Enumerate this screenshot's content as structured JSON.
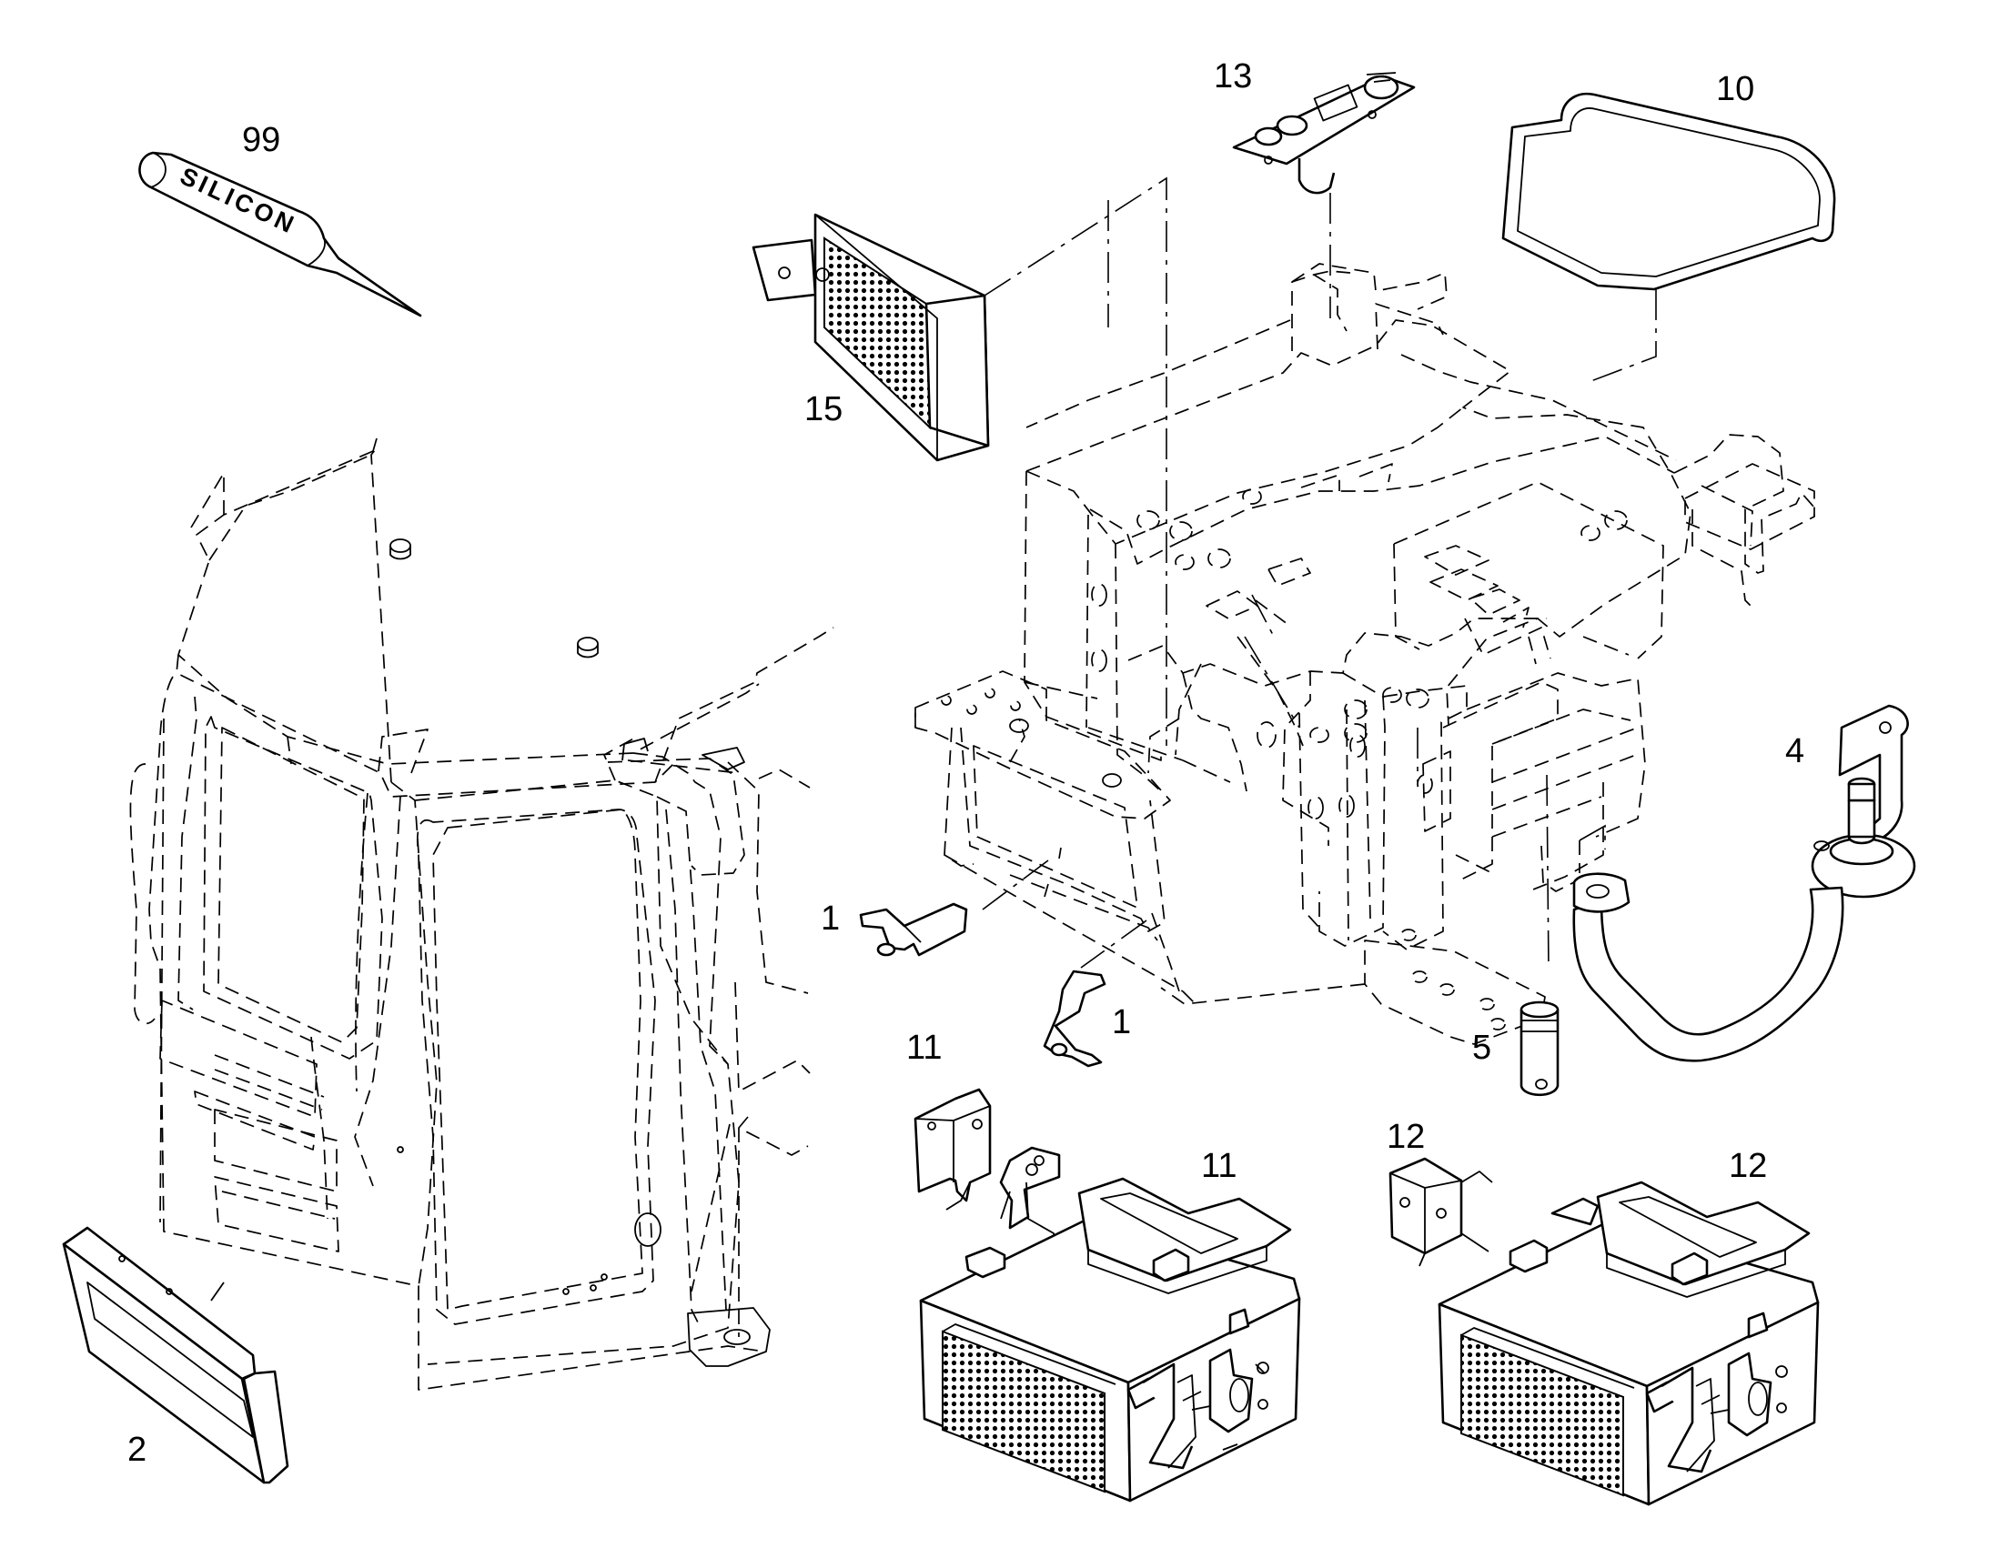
{
  "callouts": {
    "c99": "99",
    "c15": "15",
    "c13": "13",
    "c10": "10",
    "c4": "4",
    "c1a": "1",
    "c1b": "1",
    "c5": "5",
    "c11a": "11",
    "c11b": "11",
    "c12a": "12",
    "c12b": "12",
    "c2": "2"
  },
  "tube_label": "SILICON"
}
